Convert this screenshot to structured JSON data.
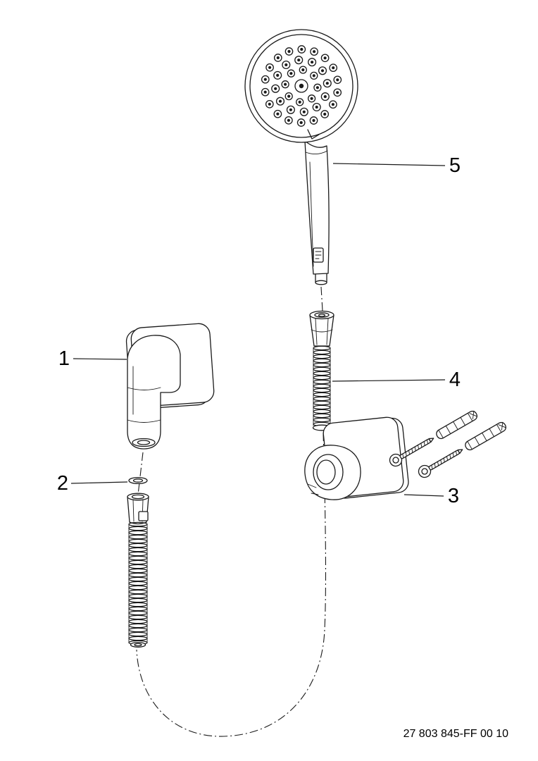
{
  "diagram": {
    "part_number": "27 803 845-FF 00 10",
    "callouts": [
      {
        "label": "1"
      },
      {
        "label": "2"
      },
      {
        "label": "3"
      },
      {
        "label": "4"
      },
      {
        "label": "5"
      }
    ]
  }
}
